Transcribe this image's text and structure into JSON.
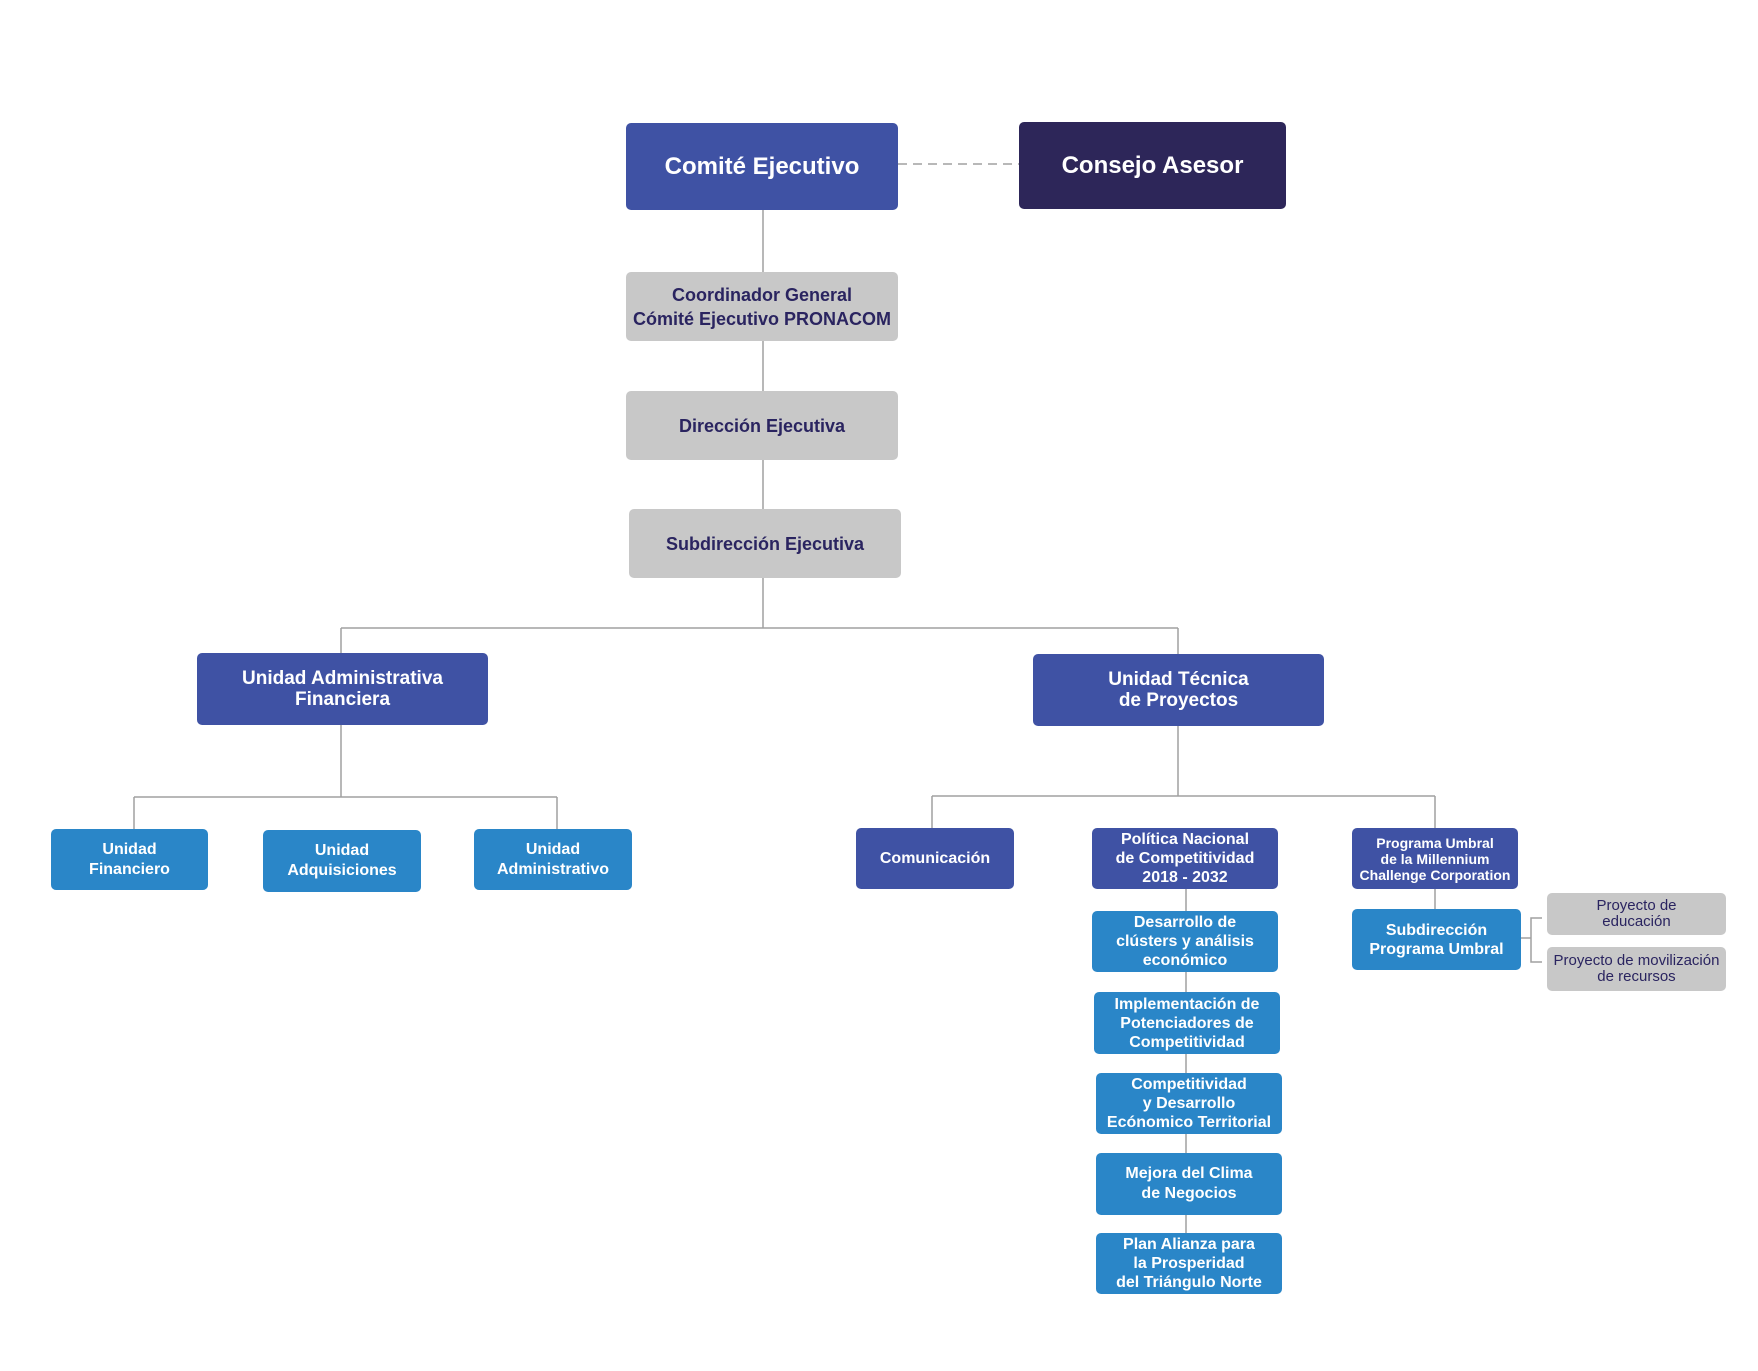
{
  "diagram": {
    "colors": {
      "navy": "#2d2659",
      "royal": "#3f52a4",
      "grey": "#c8c8c8",
      "blue": "#2a86c8",
      "dark_text": "#2a2460",
      "connector": "#a0a0a0"
    },
    "nodes": {
      "comite_ejecutivo": "Comité Ejecutivo",
      "consejo_asesor": "Consejo Asesor",
      "coordinador_general": "Coordinador General\nCómité Ejecutivo PRONACOM",
      "direccion_ejecutiva": "Dirección Ejecutiva",
      "subdireccion_ejecutiva": "Subdirección Ejecutiva",
      "unidad_admin_financiera": "Unidad Administrativa\nFinanciera",
      "unidad_tecnica": "Unidad Técnica\nde Proyectos",
      "unidad_financiero": "Unidad\nFinanciero",
      "unidad_adquisiciones": "Unidad\nAdquisiciones",
      "unidad_administrativo": "Unidad\nAdministrativo",
      "comunicacion": "Comunicación",
      "politica_nacional": "Política Nacional\nde Competitividad\n2018 - 2032",
      "programa_umbral": "Programa Umbral\nde la Millennium\nChallenge Corporation",
      "desarrollo_clusters": "Desarrollo de\nclústers y análisis\neconómico",
      "implementacion": "Implementación de\nPotenciadores de\nCompetitividad",
      "competitividad_territorial": "Competitividad\ny Desarrollo\nEcónomico Territorial",
      "mejora_clima": "Mejora del Clima\nde Negocios",
      "plan_alianza": "Plan Alianza para\nla Prosperidad\ndel Triángulo Norte",
      "subdireccion_umbral": "Subdirección\nPrograma Umbral",
      "proyecto_educacion": "Proyecto de\neducación",
      "proyecto_movilizacion": "Proyecto de movilización\nde recursos"
    }
  }
}
